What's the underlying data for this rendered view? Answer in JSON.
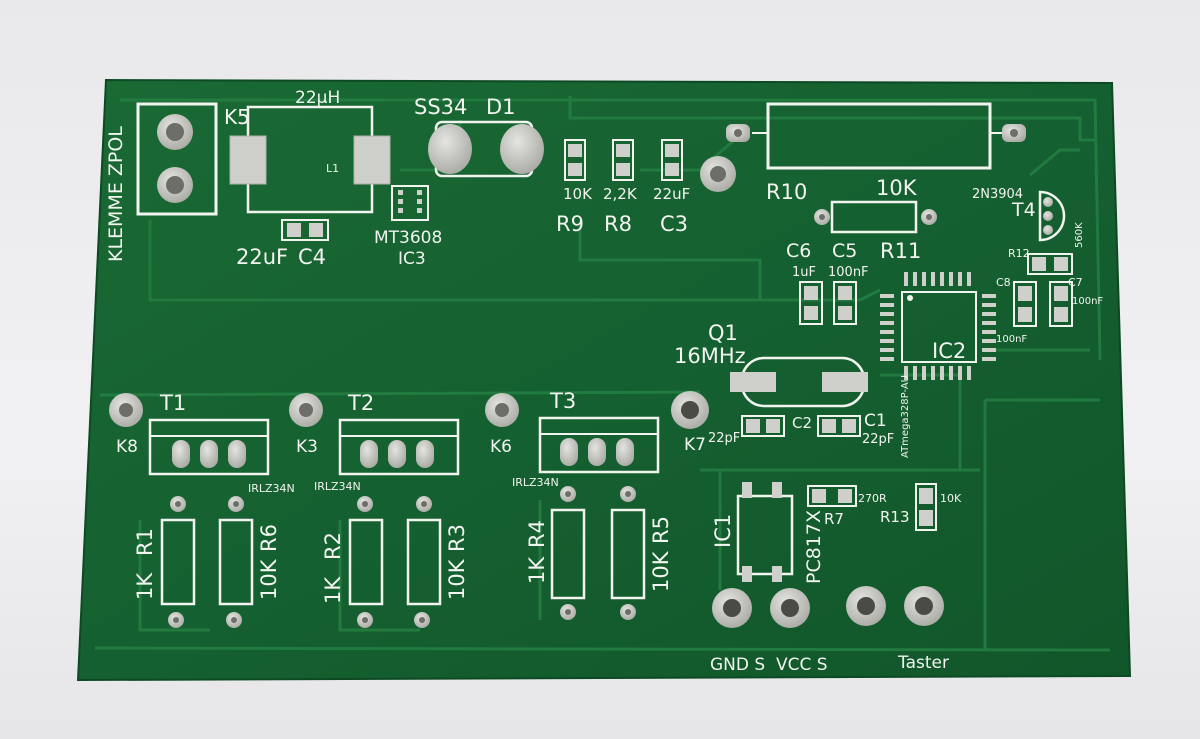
{
  "colors": {
    "background": "#ececee",
    "board": "#15602e",
    "trace": "#1f7a3c",
    "silkscreen": "#f2f4f0",
    "pad": "#c9c9c6",
    "hole": "#6e6e68"
  },
  "labels": {
    "terminal": "KLEMME ZPOL",
    "k5": "K5",
    "inductor_value": "22µH",
    "l1": "L1",
    "c4_value": "22uF",
    "c4": "C4",
    "diode_part": "SS34",
    "d1": "D1",
    "ic3_part": "MT3608",
    "ic3": "IC3",
    "r9_value": "10K",
    "r8_value": "2,2K",
    "c3_value": "22uF",
    "r9": "R9",
    "r8": "R8",
    "c3": "C3",
    "r10": "R10",
    "r11_value": "10K",
    "r11": "R11",
    "t4_part": "2N3904",
    "t4": "T4",
    "r12": "R12",
    "r12_value": "560K",
    "c6": "C6",
    "c5": "C5",
    "c6_value": "1uF",
    "c5_value": "100nF",
    "c8": "C8",
    "c7": "C7",
    "c7_value": "100nF",
    "c8_value": "100nF",
    "q1": "Q1",
    "q1_value": "16MHz",
    "ic2": "IC2",
    "ic2_part": "ATmega328P-AU",
    "c2": "C2",
    "c1": "C1",
    "c2_value": "22pF",
    "c1_value": "22pF",
    "k7": "K7",
    "t1": "T1",
    "t2": "T2",
    "t3": "T3",
    "k8": "K8",
    "k3": "K3",
    "k6": "K6",
    "mosfet": "IRLZ34N",
    "r1": "R1",
    "r6": "R6",
    "r2": "R2",
    "r3": "R3",
    "r4": "R4",
    "r5": "R5",
    "one_k": "1K",
    "ten_k": "10K",
    "r7": "R7",
    "r7_value": "270R",
    "r13": "R13",
    "r13_value": "10K",
    "ic1": "IC1",
    "ic1_part": "PC817X",
    "gnd_s": "GND S",
    "vcc_s": "VCC S",
    "taster": "Taster"
  }
}
